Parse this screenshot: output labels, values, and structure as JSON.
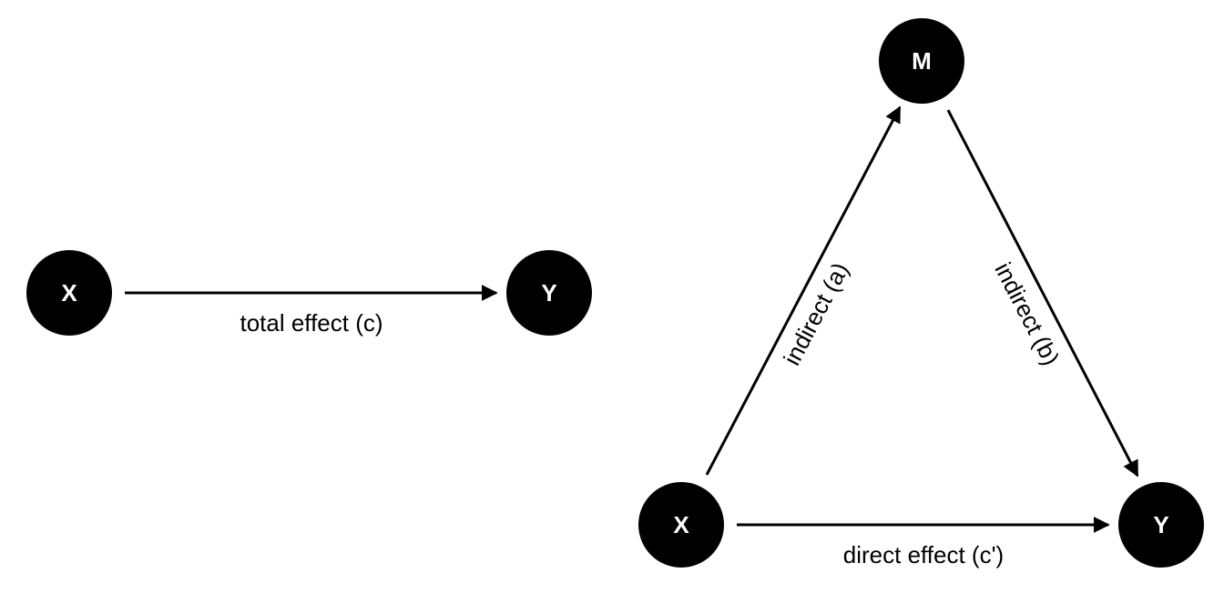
{
  "colors": {
    "node_fill": "#000000",
    "node_text": "#ffffff",
    "edge": "#000000",
    "background": "#ffffff"
  },
  "left_diagram": {
    "nodes": {
      "x": "X",
      "y": "Y"
    },
    "edges": {
      "total": "total effect (c)"
    }
  },
  "right_diagram": {
    "nodes": {
      "m": "M",
      "x": "X",
      "y": "Y"
    },
    "edges": {
      "indirect_a": "indirect (a)",
      "indirect_b": "indirect (b)",
      "direct": "direct effect (c')"
    }
  }
}
